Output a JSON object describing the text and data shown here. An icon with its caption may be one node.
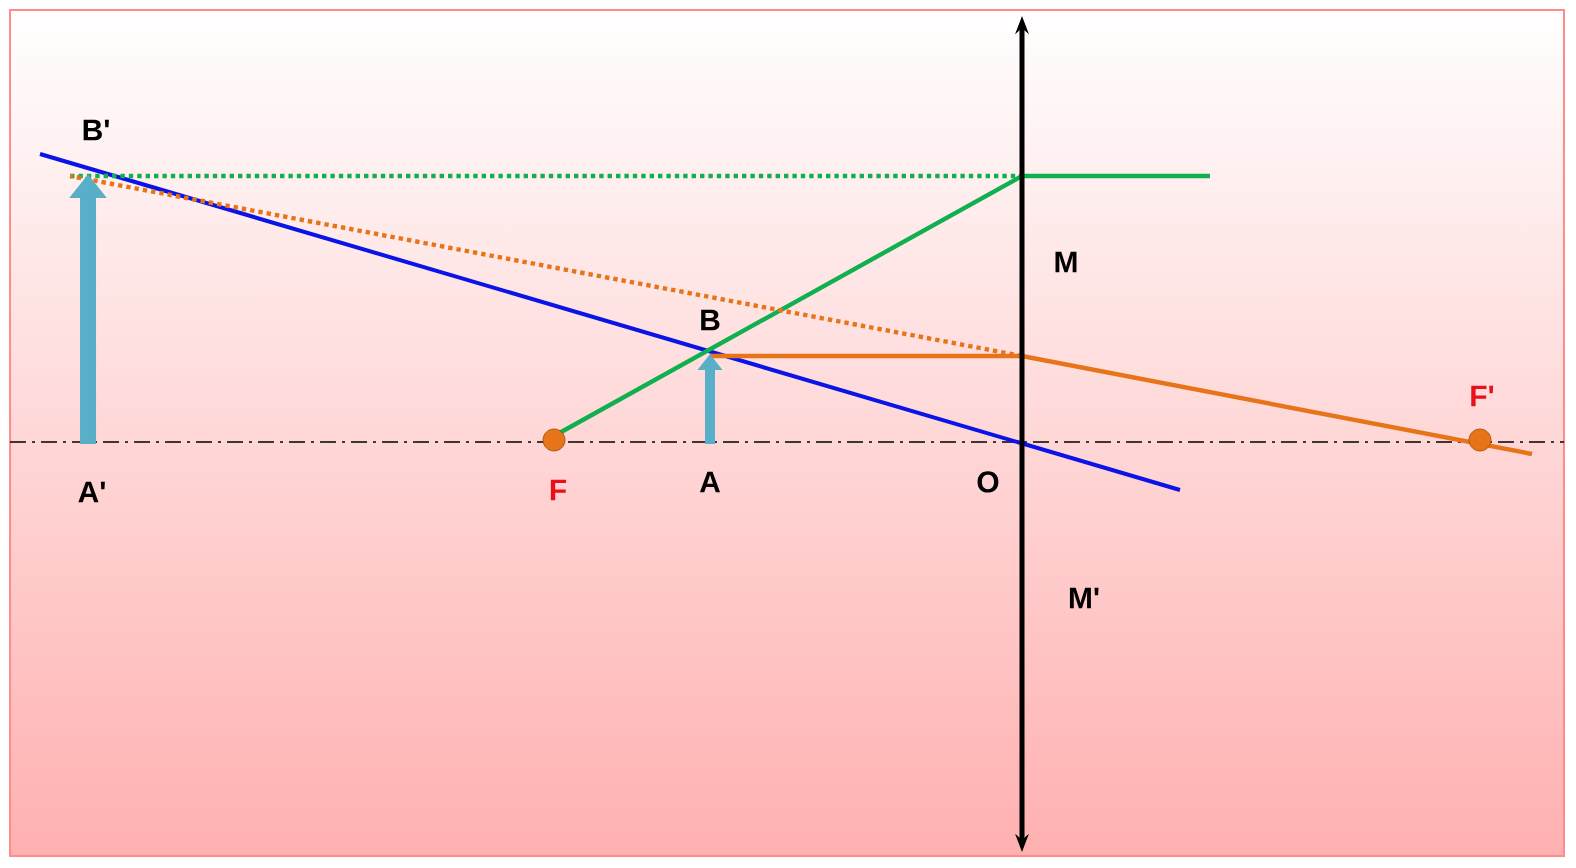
{
  "diagram": {
    "labels": [
      "B'",
      "M",
      "B",
      "F'",
      "A'",
      "F",
      "A",
      "O",
      "M'"
    ]
  }
}
